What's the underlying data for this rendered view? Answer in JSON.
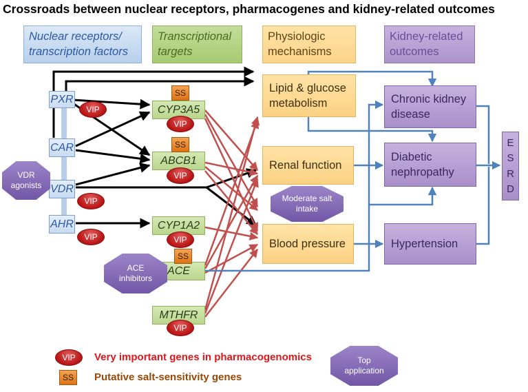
{
  "title": "Crossroads between nuclear receptors, pharmacogenes and kidney-related outcomes",
  "headers": {
    "nuclear_receptors": "Nuclear receptors/ transcription factors",
    "transcriptional_targets": "Transcriptional targets",
    "physiologic_mechanisms": "Physiologic mechanisms",
    "kidney_outcomes": "Kidney-related outcomes"
  },
  "nuclear_receptors": [
    "PXR",
    "CAR",
    "VDR",
    "AHR"
  ],
  "targets": [
    "CYP3A5",
    "ABCB1",
    "CYP1A2",
    "ACE",
    "MTHFR"
  ],
  "mechanisms": [
    "Lipid & glucose metabolism",
    "Renal function",
    "Blood pressure"
  ],
  "outcomes": [
    "Chronic kidney disease",
    "Diabetic nephropathy",
    "Hypertension"
  ],
  "esrd_letters": [
    "E",
    "S",
    "R",
    "D"
  ],
  "badges": {
    "vip": "VIP",
    "ss": "SS"
  },
  "applications": {
    "vdr_agonists": "VDR agonists",
    "ace_inhibitors": "ACE inhibitors",
    "salt_intake": "Moderate salt intake"
  },
  "legend": {
    "vip_text": "Very important genes in pharmacogenomics",
    "ss_text": "Putative salt-sensitivity genes",
    "top_application": "Top application"
  },
  "colors": {
    "black_arrows": "#000000",
    "red_arrows": "#c0504d",
    "blue_arrows": "#4f81bd",
    "vip_red": "#c00000",
    "ss_orange": "#e36c09",
    "legend_vip_text": "#e0161b",
    "legend_ss_text": "#984807"
  }
}
